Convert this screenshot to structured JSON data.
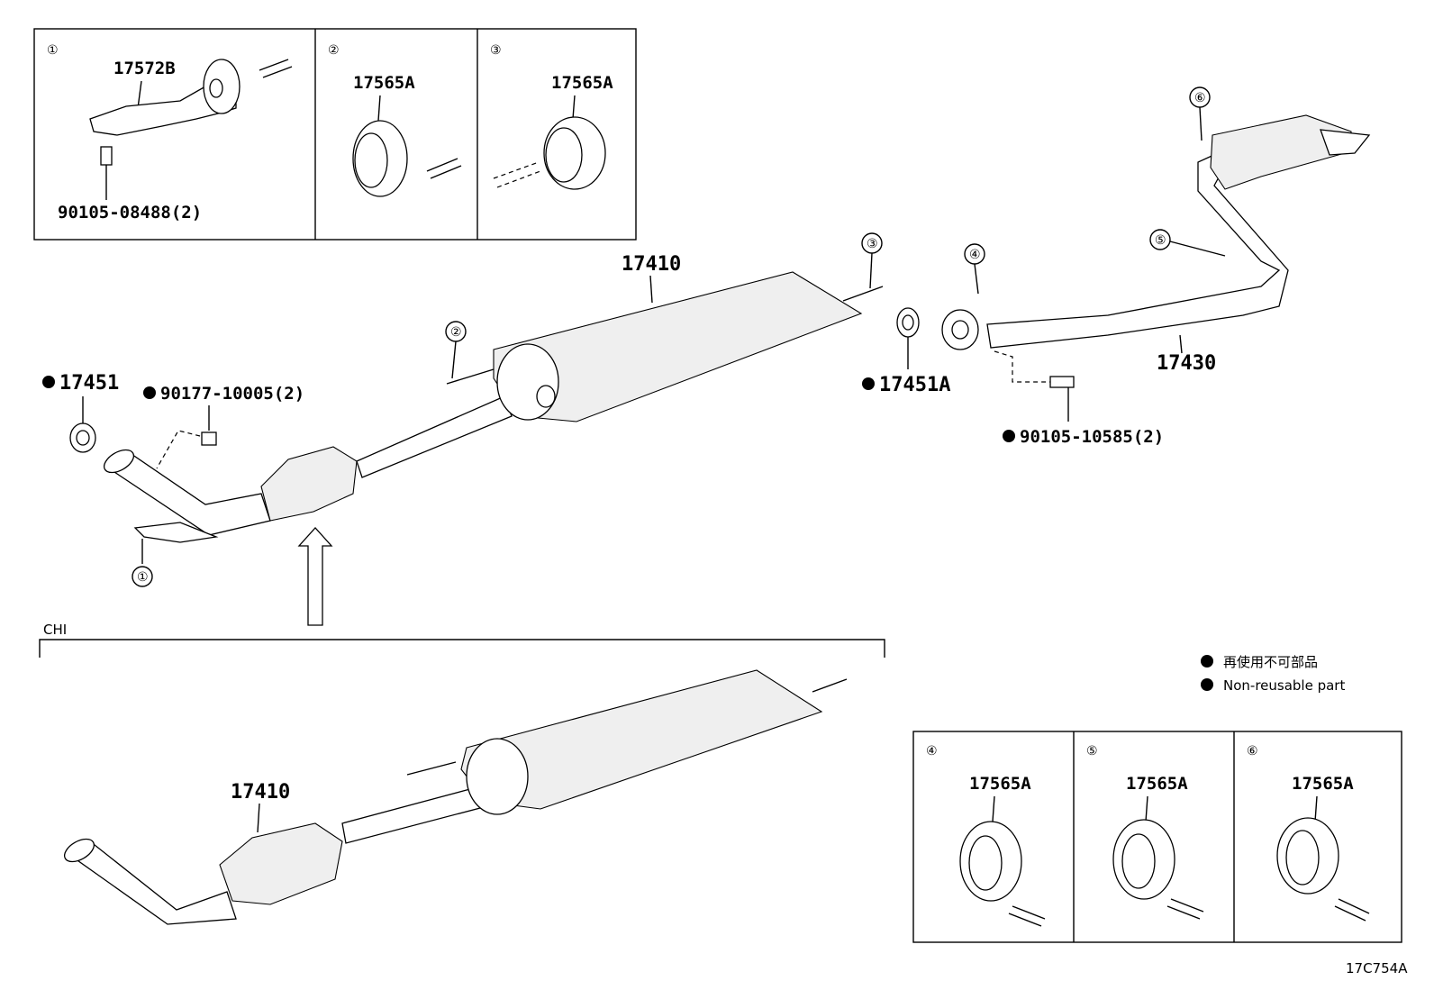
{
  "top_insets": [
    {
      "ref": "①",
      "part": "17572B",
      "bolt": "90105-08488(2)"
    },
    {
      "ref": "②",
      "part": "17565A"
    },
    {
      "ref": "③",
      "part": "17565A"
    }
  ],
  "main": {
    "center_pipe": "17410",
    "front_gasket": "17451",
    "nut": "90177-10005(2)",
    "rear_gasket": "17451A",
    "tail_pipe": "17430",
    "tail_bolt": "90105-10585(2)",
    "callouts": [
      "①",
      "②",
      "③",
      "④",
      "⑤",
      "⑥"
    ]
  },
  "chi": {
    "label": "CHI",
    "center_pipe": "17410"
  },
  "legend": {
    "ja": "再使用不可部品",
    "en": "Non-reusable part"
  },
  "bottom_insets": [
    {
      "ref": "④",
      "part": "17565A"
    },
    {
      "ref": "⑤",
      "part": "17565A"
    },
    {
      "ref": "⑥",
      "part": "17565A"
    }
  ],
  "figure_id": "17C754A",
  "colors": {
    "line": "#000000",
    "background": "#ffffff",
    "shade": "#efefef"
  }
}
